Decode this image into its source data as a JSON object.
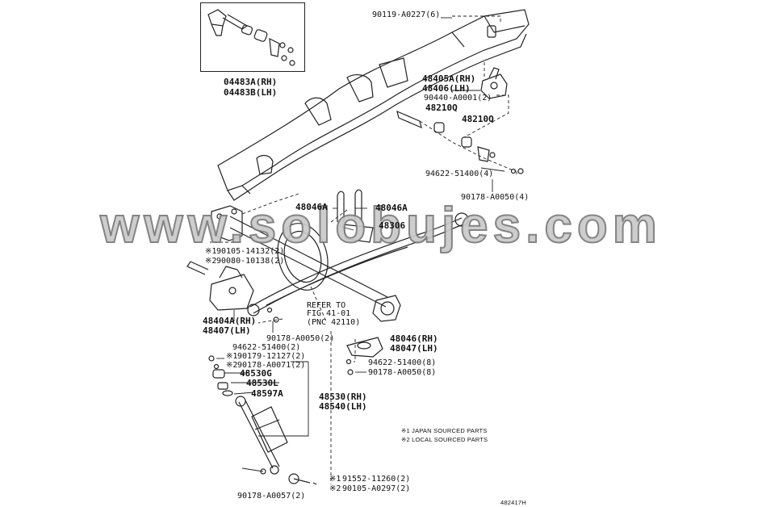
{
  "labels": {
    "l_90119": "90119-A0227(6)",
    "l_04483a": "04483A(RH)",
    "l_04483b": "04483B(LH)",
    "l_48405a": "48405A(RH)",
    "l_48406": "48406(LH)",
    "l_90440": "90440-A0001(2)",
    "l_48210q_1": "48210Q",
    "l_48210q_2": "48210Q",
    "l_94622_top": "94622-51400(4)",
    "l_90178_top": "90178-A0050(4)",
    "l_48046a_l": "48046A",
    "l_48046a_r": "48046A",
    "l_48306": "48306",
    "l_mark1_a": "※1",
    "l_90105_14132": "90105-14132(2)",
    "l_mark2_a": "※2",
    "l_90080": "90080-10138(2)",
    "l_48404a": "48404A(RH)",
    "l_48407": "48407(LH)",
    "l_refer1": "REFER TO",
    "l_refer2": "FIG 41-01",
    "l_refer3": "(PNC 42110)",
    "l_90178_mid": "90178-A0050(2)",
    "l_94622_mid": "94622-51400(2)",
    "l_mark1_b": "※1",
    "l_90179": "90179-12127(2)",
    "l_mark2_b": "※2",
    "l_90178_a0071": "90178-A0071(2)",
    "l_48530g": "48530G",
    "l_48530l": "48530L",
    "l_48597a": "48597A",
    "l_48530rh": "48530(RH)",
    "l_48540lh": "48540(LH)",
    "l_48046rh": "48046(RH)",
    "l_48047lh": "48047(LH)",
    "l_94622_8": "94622-51400(8)",
    "l_90178_8": "90178-A0050(8)",
    "l_note1": "※1 JAPAN SOURCED PARTS",
    "l_note2": "※2 LOCAL SOURCED PARTS",
    "l_90178_a0057": "90178-A0057(2)",
    "l_mark1_c": "※1",
    "l_91552": "91552-11260(2)",
    "l_mark2_c": "※2",
    "l_90105_a0297": "90105-A0297(2)",
    "l_figno": "482417H"
  },
  "watermark": "www.solobujes.com"
}
